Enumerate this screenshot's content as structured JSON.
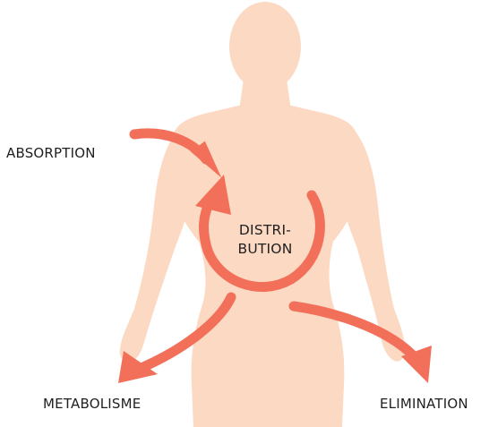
{
  "colors": {
    "body": "#fcd9c3",
    "arrow": "#f2705a",
    "text": "#1f1f1f"
  },
  "labels": {
    "absorption": "ABSORPTION",
    "distribution_line1": "DISTRI-",
    "distribution_line2": "BUTION",
    "metabolism": "METABOLISME",
    "elimination": "ELIMINATION"
  }
}
